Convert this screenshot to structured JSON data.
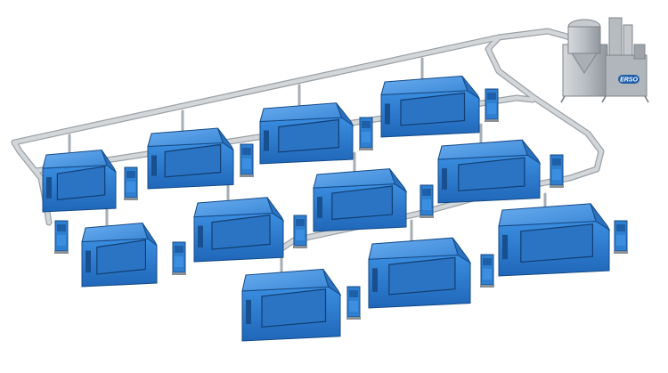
{
  "logo": {
    "text": "ERSO",
    "color": "#1f5fa8"
  },
  "colors": {
    "machine_body": "#2f7fd0",
    "machine_top": "#5ba0e4",
    "machine_dark": "#1f5fa8",
    "pipe": "#c9cdd1",
    "pipe_edge": "#9aa1a7",
    "vacuum_unit": "#b9bec3"
  },
  "icons": [
    "machine-icon",
    "control-cabinet-icon",
    "vacuum-unit-icon",
    "pipe-network-icon"
  ],
  "machines": [
    {
      "id": "m1"
    },
    {
      "id": "m2"
    },
    {
      "id": "m3"
    },
    {
      "id": "m4"
    },
    {
      "id": "m5"
    },
    {
      "id": "m6"
    },
    {
      "id": "m7"
    },
    {
      "id": "m8"
    },
    {
      "id": "m9"
    },
    {
      "id": "m10"
    },
    {
      "id": "m11"
    },
    {
      "id": "m12"
    }
  ]
}
